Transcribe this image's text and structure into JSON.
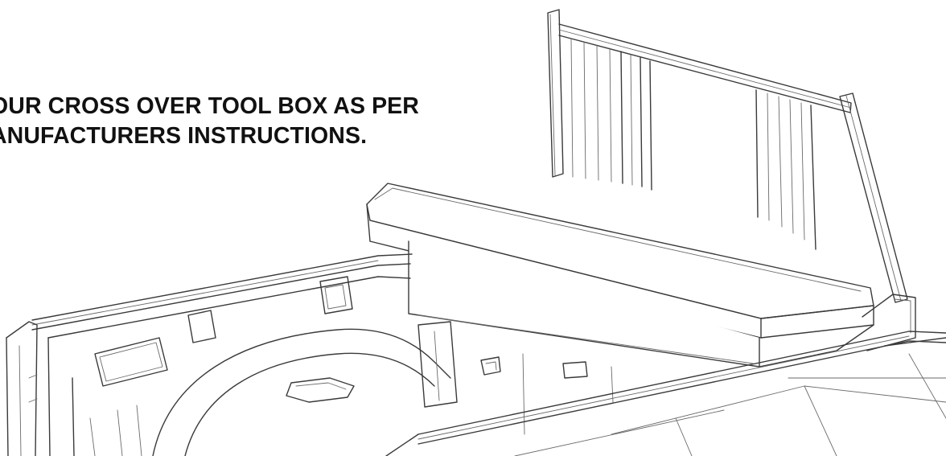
{
  "instruction": {
    "line1": "OUR CROSS OVER TOOL BOX AS PER",
    "line2": "ANUFACTURERS INSTRUCTIONS."
  },
  "illustration": {
    "subject": "truck bed with headache rack and cross over tool box",
    "stroke_color": "#3a3a3a",
    "background_color": "#ffffff"
  }
}
